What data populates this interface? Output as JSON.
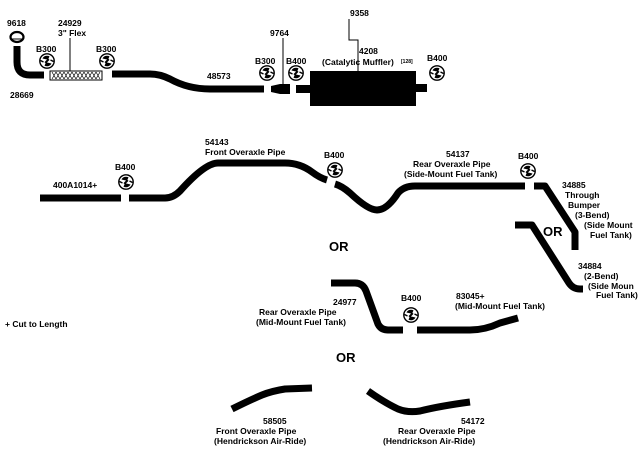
{
  "colors": {
    "ink": "#000000",
    "paper": "#ffffff"
  },
  "icons": {
    "clamp": "pipe-clamp-icon",
    "hanger": "hanger-ring-icon"
  },
  "labels": {
    "p9618": "9618",
    "p24929": "24929",
    "flex": "3\" Flex",
    "p28669": "28669",
    "b300_a": "B300",
    "b300_b": "B300",
    "p48573": "48573",
    "p9764": "9764",
    "b300_c": "B300",
    "b400_a": "B400",
    "p9358": "9358",
    "p4208": "4208",
    "muffler": "(Catalytic Muffler)",
    "muffler_sup": "[128]",
    "b400_b": "B400",
    "p54143": "54143",
    "front_pipe": "Front Overaxle Pipe",
    "b400_c": "B400",
    "p400a": "400A1014+",
    "b400_d": "B400",
    "p54137": "54137",
    "rear_pipe": "Rear Overaxle Pipe",
    "side_tank": "(Side-Mount Fuel Tank)",
    "b400_e": "B400",
    "p34885": "34885",
    "through": "Through",
    "bumper": "Bumper",
    "bend3": "(3-Bend)",
    "side_mount_1": "(Side Mount",
    "fuel_tank_1": "Fuel Tank)",
    "or_1": "OR",
    "or_2": "OR",
    "p34884": "34884",
    "bend2": "(2-Bend)",
    "side_moun": "(Side Moun",
    "fuel_tank_2": "Fuel Tank)",
    "cut": "+ Cut to Length",
    "p24977": "24977",
    "rear_pipe_2": "Rear Overaxle Pipe",
    "mid_tank": "(Mid-Mount Fuel Tank)",
    "b400_f": "B400",
    "p83045": "83045+",
    "mid_tank_2": "(Mid-Mount Fuel Tank)",
    "or_3": "OR",
    "p58505": "58505",
    "front_hend": "Front Overaxle Pipe",
    "hend_1": "(Hendrickson Air-Ride)",
    "p54172": "54172",
    "rear_hend": "Rear Overaxle Pipe",
    "hend_2": "(Hendrickson Air-Ride)"
  }
}
